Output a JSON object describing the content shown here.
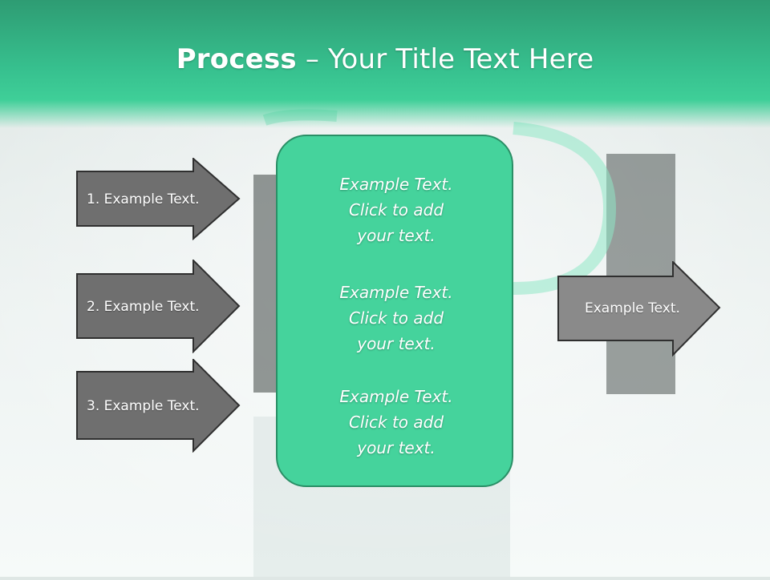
{
  "title": {
    "bold": "Process",
    "rest": " – Your Title Text Here"
  },
  "left_arrows": [
    {
      "label": "1. Example Text."
    },
    {
      "label": "2. Example Text."
    },
    {
      "label": "3. Example Text."
    }
  ],
  "center_box": {
    "blocks": [
      {
        "line1": "Example Text.",
        "line2": "Click  to add",
        "line3": "your text."
      },
      {
        "line1": "Example Text.",
        "line2": "Click  to add",
        "line3": "your text."
      },
      {
        "line1": "Example Text.",
        "line2": "Click  to add",
        "line3": "your text."
      }
    ]
  },
  "right_arrow": {
    "label": "Example Text."
  },
  "colors": {
    "accent": "#3fcf98",
    "arrow_fill": "#6f6f6f",
    "arrow_fill_light": "#8a8a8a",
    "arrow_stroke": "#2f2f2f"
  }
}
